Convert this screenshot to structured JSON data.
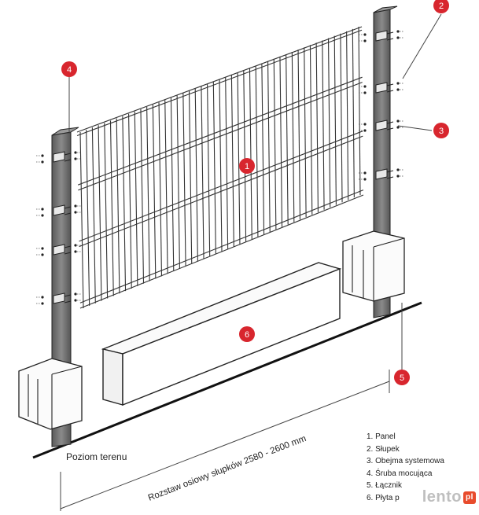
{
  "callouts": [
    {
      "label": "1"
    },
    {
      "label": "2"
    },
    {
      "label": "3"
    },
    {
      "label": "4"
    },
    {
      "label": "5"
    },
    {
      "label": "6"
    }
  ],
  "ground_label": "Poziom terenu",
  "dimension_label": "Rozstaw osiowy słupków 2580 - 2600 mm",
  "legend": [
    "1. Panel",
    "2. Słupek",
    "3. Obejma systemowa",
    "4. Śruba mocująca",
    "5. Łącznik",
    "6. Płyta p"
  ],
  "watermark": "lento",
  "watermark_suffix": "pl",
  "colors": {
    "callout_red": "#d8262e",
    "post_gray": "#6f6f6f",
    "line_dark": "#222222"
  }
}
